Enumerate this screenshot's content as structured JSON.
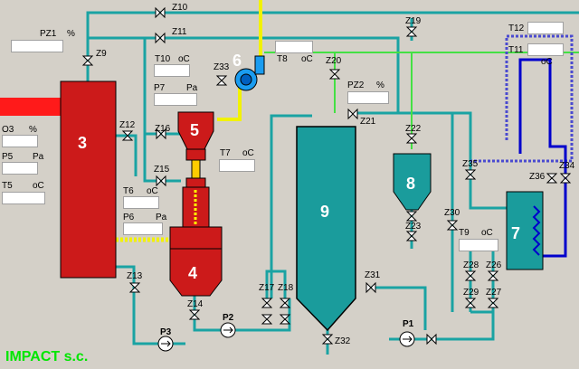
{
  "colors": {
    "background": "#d4d0c8",
    "pipe": "#1aa3a3",
    "red_vessel": "#cc1a1a",
    "teal_vessel": "#1a9c9c",
    "gas_line": "#44e044",
    "air_line": "#f2f200",
    "cooling_line": "#0000cc",
    "brand": "#00e600"
  },
  "units": {
    "percent": "%",
    "pressure": "Pa",
    "temperature": "oC"
  },
  "sensors": {
    "pz1": "PZ1",
    "pz2": "PZ2",
    "o3": "O3",
    "p5": "P5",
    "t5": "T5",
    "t10": "T10",
    "p7": "P7",
    "t8": "T8",
    "t7": "T7",
    "t6": "T6",
    "p6": "P6",
    "t9": "T9",
    "t11": "T11",
    "t12": "T12"
  },
  "valves": {
    "z9": "Z9",
    "z10": "Z10",
    "z11": "Z11",
    "z12": "Z12",
    "z13": "Z13",
    "z14": "Z14",
    "z15": "Z15",
    "z16": "Z16",
    "z17": "Z17",
    "z18": "Z18",
    "z19": "Z19",
    "z20": "Z20",
    "z21": "Z21",
    "z22": "Z22",
    "z23": "Z23",
    "z26": "Z26",
    "z27": "Z27",
    "z28": "Z28",
    "z29": "Z29",
    "z30": "Z30",
    "z31": "Z31",
    "z32": "Z32",
    "z33": "Z33",
    "z34": "Z34",
    "z35": "Z35",
    "z36": "Z36"
  },
  "pumps": {
    "p1": "P1",
    "p2": "P2",
    "p3": "P3"
  },
  "units_numbers": {
    "u3": "3",
    "u4": "4",
    "u5": "5",
    "u6": "6",
    "u7": "7",
    "u8": "8",
    "u9": "9"
  },
  "brand": "IMPACT s.c."
}
